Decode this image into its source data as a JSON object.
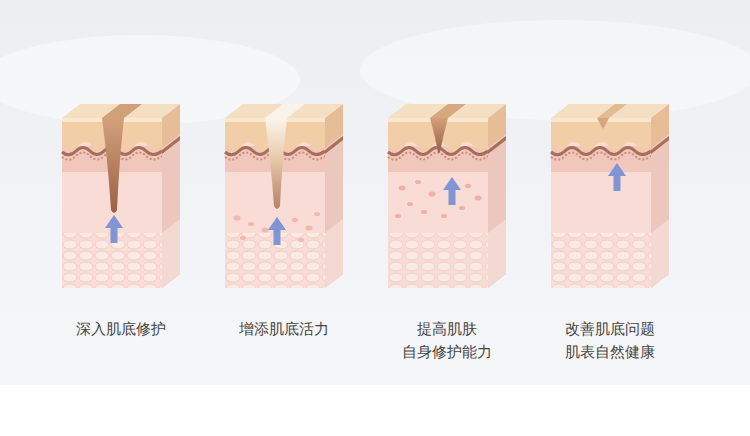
{
  "diagram": {
    "labels": [
      "深入肌底修护",
      "增添肌底活力",
      "提高肌肤 自身修护能力",
      "改善肌底问题 肌表自然健康"
    ]
  }
}
